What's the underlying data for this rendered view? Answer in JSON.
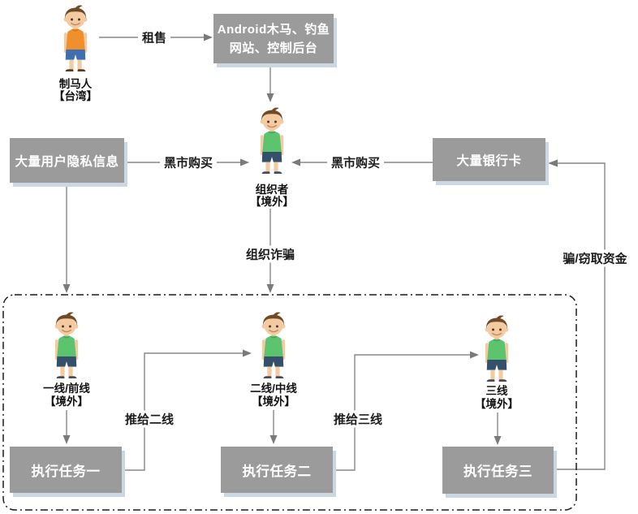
{
  "colors": {
    "box_bg": "#9B9B9B",
    "box_text": "#FFFFFF",
    "box_shadow": "#CBD8E4",
    "line": "#878787",
    "arrowhead": "#7A7A7A",
    "dash_border": "#1A1A1A",
    "skin": "#F4CBA1",
    "hair": "#6E4A26"
  },
  "people": {
    "maker": {
      "name": "制马人",
      "location": "【台湾】",
      "shirt": "#F0902D",
      "shirt_trim": "#D4761B",
      "shorts": "#3E6FAE",
      "shoes": "#5C3A21"
    },
    "organizer": {
      "name": "组织者",
      "location": "【境外】",
      "shirt": "#5CC36E",
      "shirt_trim": "#43A85A",
      "shorts": "#35506B",
      "shoes": "#454D5A"
    },
    "line1": {
      "name": "一线/前线",
      "location": "【境外】",
      "shirt": "#5CC36E",
      "shirt_trim": "#43A85A",
      "shorts": "#35506B",
      "shoes": "#454D5A"
    },
    "line2": {
      "name": "二线/中线",
      "location": "【境外】",
      "shirt": "#5CC36E",
      "shirt_trim": "#43A85A",
      "shorts": "#35506B",
      "shoes": "#454D5A"
    },
    "line3": {
      "name": "三线",
      "location": "【境外】",
      "shirt": "#5CC36E",
      "shirt_trim": "#43A85A",
      "shorts": "#35506B",
      "shoes": "#454D5A"
    }
  },
  "boxes": {
    "tools": "Android木马、钓鱼网站、控制后台",
    "privacy": "大量用户隐私信息",
    "bankcards": "大量银行卡",
    "task1": "执行任务一",
    "task2": "执行任务二",
    "task3": "执行任务三"
  },
  "edges": {
    "rent": "租售",
    "black_market_left": "黑市购买",
    "black_market_right": "黑市购买",
    "organize_fraud": "组织诈骗",
    "steal_funds": "骗/窃取资金",
    "push_line2": "推给二线",
    "push_line3": "推给三线"
  }
}
